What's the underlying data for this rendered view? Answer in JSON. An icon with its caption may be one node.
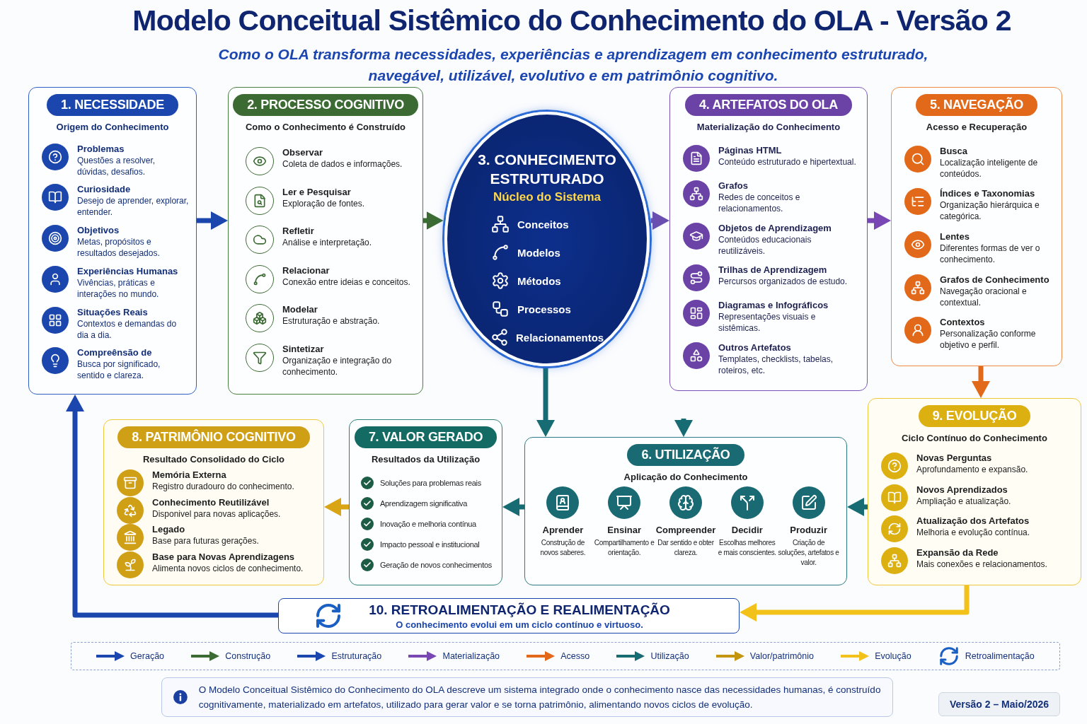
{
  "diagram": {
    "title": "Modelo Conceitual Sistêmico do Conhecimento do OLA - Versão 2",
    "nodes": [
      {
        "text": [
          "1. NECESSIDADE",
          "Origem do Conhecimento"
        ]
      },
      {
        "text": [
          "Problemas",
          "Questões a resolver, dúvidas, desafios."
        ],
        "in": 0
      },
      {
        "text": [
          "Curiosidade",
          "Desejo de aprender, explorar, entender."
        ],
        "in": 0
      },
      {
        "text": [
          "Objetivos",
          "Metas, propósitos e resultados desejados."
        ],
        "in": 0
      },
      {
        "text": [
          "Experiências Humanas",
          "Vivências, práticas e interações no mundo."
        ],
        "in": 0
      },
      {
        "text": [
          "Situações Reais",
          "Contextos e demandas do dia a dia."
        ],
        "in": 0
      },
      {
        "text": [
          "Compreênsão de",
          "Busca por significado, sentido e clareza."
        ],
        "in": 0
      },
      {
        "text": [
          "2. PROCESSO COGNITIVO",
          "Como o Conhecimento é Construído"
        ]
      },
      {
        "text": [
          "Observar",
          "Coleta de dados e informações."
        ],
        "in": 7
      },
      {
        "text": [
          "Ler e Pesquisar",
          "Exploração de fontes."
        ],
        "in": 7
      },
      {
        "text": [
          "Refletir",
          "Análise e interpretação."
        ],
        "in": 7
      },
      {
        "text": [
          "Relacionar",
          "Conexão entre ideias e conceitos."
        ],
        "in": 7
      },
      {
        "text": [
          "Modelar",
          "Estruturação e abstração."
        ],
        "in": 7
      },
      {
        "text": [
          "Sintetizar",
          "Organização e integração do conhecimento."
        ],
        "in": 7
      },
      {
        "text": [
          "3. CONHECIMENTO ESTRUTURADO",
          "Núcleo do Sistema"
        ]
      },
      {
        "text": [
          "Conceitos"
        ],
        "in": 14
      },
      {
        "text": [
          "Modelos"
        ],
        "in": 14
      },
      {
        "text": [
          "Métodos"
        ],
        "in": 14
      },
      {
        "text": [
          "Processos"
        ],
        "in": 14
      },
      {
        "text": [
          "Relacionamentos"
        ],
        "in": 14
      },
      {
        "text": [
          "4. ARTEFATOS DO OLA",
          "Materialização do Conhecimento"
        ]
      },
      {
        "text": [
          "Páginas HTML",
          "Conteúdo estruturado e hipertextual."
        ],
        "in": 20
      },
      {
        "text": [
          "Grafos",
          "Redes de conceitos e relacionamentos."
        ],
        "in": 20
      },
      {
        "text": [
          "Objetos de Aprendizagem",
          "Conteúdos educacionais reutilizáveis."
        ],
        "in": 20
      },
      {
        "text": [
          "Trilhas de Aprendizagem",
          "Percursos organizados de estudo."
        ],
        "in": 20
      },
      {
        "text": [
          "Diagramas e Infográficos",
          "Representações visuais e sistêmicas."
        ],
        "in": 20
      },
      {
        "text": [
          "Outros Artefatos",
          "Templates, checklists, tabelas, roteiros, etc."
        ],
        "in": 20
      },
      {
        "text": [
          "5. NAVEGAÇÃO",
          "Acesso e Recuperação"
        ]
      },
      {
        "text": [
          "Busca",
          "Localização inteligente de conteúdos."
        ],
        "in": 27
      },
      {
        "text": [
          "Índices e Taxonomias",
          "Organização hierárquica e categórica."
        ],
        "in": 27
      },
      {
        "text": [
          "Lentes",
          "Diferentes formas de ver o conhecimento."
        ],
        "in": 27
      },
      {
        "text": [
          "Grafos de Conhecimento",
          "Navegação oracional e contextual."
        ],
        "in": 27
      },
      {
        "text": [
          "Contextos",
          "Personalização conforme objetivo e perfil."
        ],
        "in": 27
      },
      {
        "text": [
          "9. EVOLUÇÃO",
          "Ciclo Contínuo do Conhecimento"
        ]
      },
      {
        "text": [
          "Novas Perguntas",
          "Aprofundamento e expansão."
        ],
        "in": 33
      },
      {
        "text": [
          "Novos Aprendizados",
          "Ampliação e atualização."
        ],
        "in": 33
      },
      {
        "text": [
          "Atualização dos Artefatos",
          "Melhoria e evolução contínua."
        ],
        "in": 33
      },
      {
        "text": [
          "Expansão da Rede",
          "Mais conexões e relacionamentos."
        ],
        "in": 33
      },
      {
        "text": [
          "8. PATRIMÔNIO COGNITIVO",
          "Resultado Consolidado do Ciclo"
        ]
      },
      {
        "text": [
          "Memória Externa",
          "Registro duradouro do conhecimento."
        ],
        "in": 38
      },
      {
        "text": [
          "Conhecimento Reutilizável",
          "Disponivel para novas aplicações."
        ],
        "in": 38
      },
      {
        "text": [
          "Legado",
          "Base para futuras gerações."
        ],
        "in": 38
      },
      {
        "text": [
          "Base para Novas Aprendizagens",
          "Alimenta novos ciclos de conhecimento."
        ],
        "in": 38
      },
      {
        "text": [
          "7. VALOR GERADO",
          "Resultados da Utilização"
        ]
      },
      {
        "text": [
          "Soluções para problemas reais"
        ],
        "in": 43
      },
      {
        "text": [
          "Aprendizagem significativa"
        ],
        "in": 43
      },
      {
        "text": [
          "Inovação e melhoria contínua"
        ],
        "in": 43
      },
      {
        "text": [
          "Impacto pessoal e institucional"
        ],
        "in": 43
      },
      {
        "text": [
          "Geração de novos conhecimentos"
        ],
        "in": 43
      },
      {
        "text": [
          "6. UTILIZAÇÃO",
          "Aplicação do Conhecimento"
        ]
      },
      {
        "text": [
          "Aprender",
          "Construção de novos saberes."
        ],
        "in": 49
      },
      {
        "text": [
          "Ensinar",
          "Compartilhamento e orientação."
        ],
        "in": 49
      },
      {
        "text": [
          "Compreender",
          "Dar sentido e obter clareza."
        ],
        "in": 49
      },
      {
        "text": [
          "Decidir",
          "Escolhas melhores e mais conscientes."
        ],
        "in": 49
      },
      {
        "text": [
          "Produzir",
          "Criação de soluções, artefatos e valor."
        ],
        "in": 49
      },
      {
        "text": [
          "10. RETROALIMENTAÇÃO E REALIMENTAÇÃO",
          "O conhecimento evolui em um ciclo contínuo e virtuoso."
        ]
      },
      {
        "text": [
          "O Modelo Conceitual Sistêmico do Conhecimento do OLA descreve um sistema integrado onde o conhecimento nasce das necessidades humanas, é construído cognitivamente, materializado em artefatos, utilizado para gerar valor e se torna patrimônio, alimentando novos ciclos de evolução."
        ]
      },
      {
        "text": [
          "Versão 2 – Maio/2026"
        ]
      }
    ],
    "edges": [
      {
        "from": 0,
        "to": 7,
        "arrow": "to",
        "color": "#1a46ad"
      },
      {
        "from": 7,
        "to": 14,
        "arrow": "to",
        "color": "#3b6b33"
      },
      {
        "from": 14,
        "to": 20,
        "arrow": "to",
        "color": "#6b4fb0"
      },
      {
        "from": 20,
        "to": 27,
        "arrow": "to",
        "color": "#7a48b4"
      },
      {
        "from": 27,
        "to": 33,
        "arrow": "to",
        "color": "#e2691a"
      },
      {
        "from": 14,
        "to": 49,
        "arrow": "to",
        "color": "#176c74"
      },
      {
        "from": null,
        "to": 49,
        "arrow": "to",
        "color": "#176c74"
      },
      {
        "from": 33,
        "to": 49,
        "arrow": "to",
        "color": "#176c74"
      },
      {
        "from": 49,
        "to": 43,
        "arrow": "to",
        "color": "#176c74"
      },
      {
        "from": 43,
        "to": 38,
        "arrow": "to",
        "color": "#d9a514"
      },
      {
        "from": 33,
        "to": 55,
        "arrow": "to",
        "color": "#f2c21a"
      },
      {
        "from": 55,
        "to": 0,
        "arrow": "to",
        "color": "#1a46ad"
      }
    ],
    "labels": [
      "Como o OLA transforma necessidades, experiências e aprendizagem em conhecimento estruturado, navegável, utilizável, evolutivo e em patrimônio cognitivo."
    ],
    "legend": [
      {
        "text": "Geração"
      },
      {
        "text": "Construção"
      },
      {
        "text": "Estruturação"
      },
      {
        "text": "Materialização"
      },
      {
        "text": "Acesso"
      },
      {
        "text": "Utilização"
      },
      {
        "text": "Valor/patrimônio"
      },
      {
        "text": "Evolução"
      },
      {
        "text": "Retroalimentação"
      }
    ]
  }
}
